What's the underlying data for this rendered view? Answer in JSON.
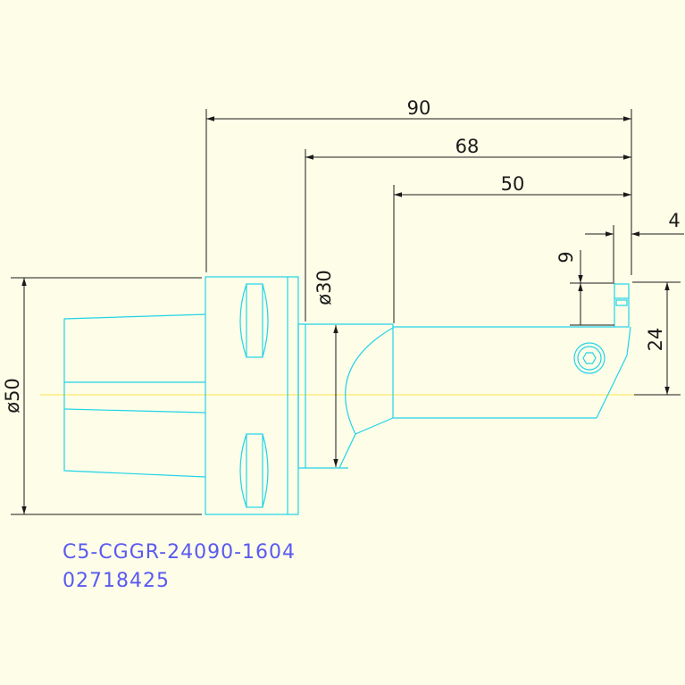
{
  "dimensions": {
    "overall_length": "90",
    "body_length": "68",
    "bar_length": "50",
    "tip_offset": "4",
    "step_height": "9",
    "center_height": "24",
    "shank_diameter": "ø50",
    "neck_diameter": "ø30"
  },
  "part_number": "C5-CGGR-24090-1604",
  "order_code": "02718425",
  "colors": {
    "background": "#fdfde8",
    "part_lines": "#22d3e8",
    "dimension_lines": "#1a1a1a",
    "center_axis": "#ffe24a",
    "label_text": "#5a5af0"
  }
}
